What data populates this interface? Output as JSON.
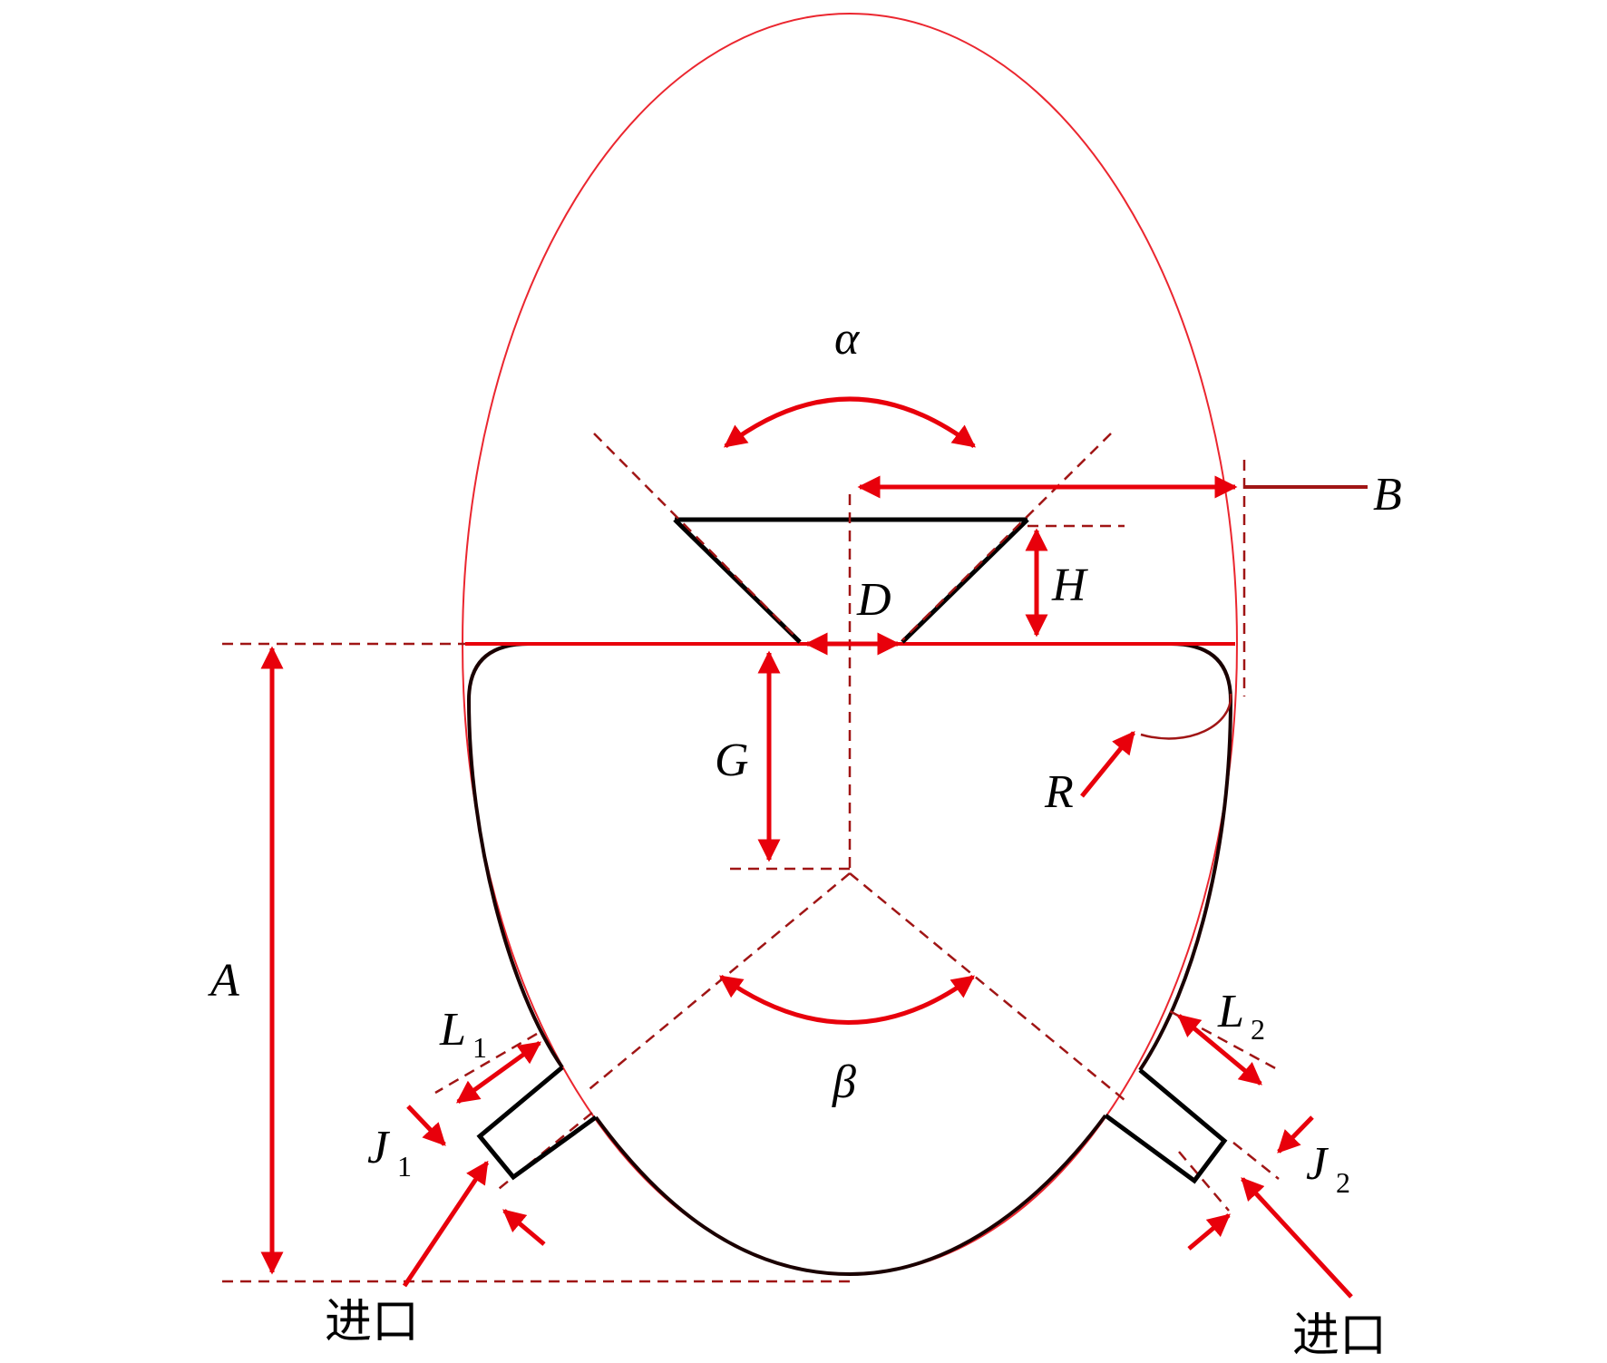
{
  "labels": {
    "alpha": "α",
    "beta": "β",
    "A": "A",
    "B": "B",
    "D": "D",
    "H": "H",
    "G": "G",
    "R": "R",
    "L1": "L",
    "L1_sub": "1",
    "L2": "L",
    "L2_sub": "2",
    "J1": "J",
    "J1_sub": "1",
    "J2": "J",
    "J2_sub": "2",
    "inlet_left": "进口",
    "inlet_right": "进口"
  },
  "colors": {
    "dimension": "#e8000b",
    "guide": "#a01515",
    "body": "#000000",
    "ellipse": "#e8000b"
  }
}
